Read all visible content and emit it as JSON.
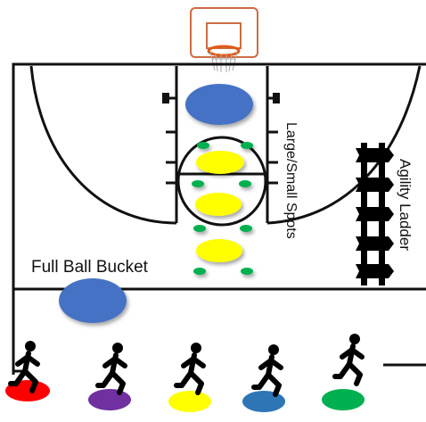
{
  "labels": {
    "ball_bucket": "Full Ball Bucket",
    "spots": "Large/Small Spots",
    "agility_ladder": "Agility Ladder"
  },
  "colors": {
    "court_line": "#111111",
    "large_spot": "#4472c4",
    "spot_yellow": "#ffff00",
    "small_spot": "#00b050",
    "rim": "#e05a1a",
    "ladder": "#000000",
    "player": "#000000"
  },
  "players": [
    {
      "spot_color": "#ff0000"
    },
    {
      "spot_color": "#7030a0"
    },
    {
      "spot_color": "#ffff00"
    },
    {
      "spot_color": "#2e75b6"
    },
    {
      "spot_color": "#00b050"
    }
  ],
  "icons": {
    "hoop": "basketball-hoop-icon",
    "runner": "running-person-icon",
    "ladder": "agility-ladder-icon"
  }
}
